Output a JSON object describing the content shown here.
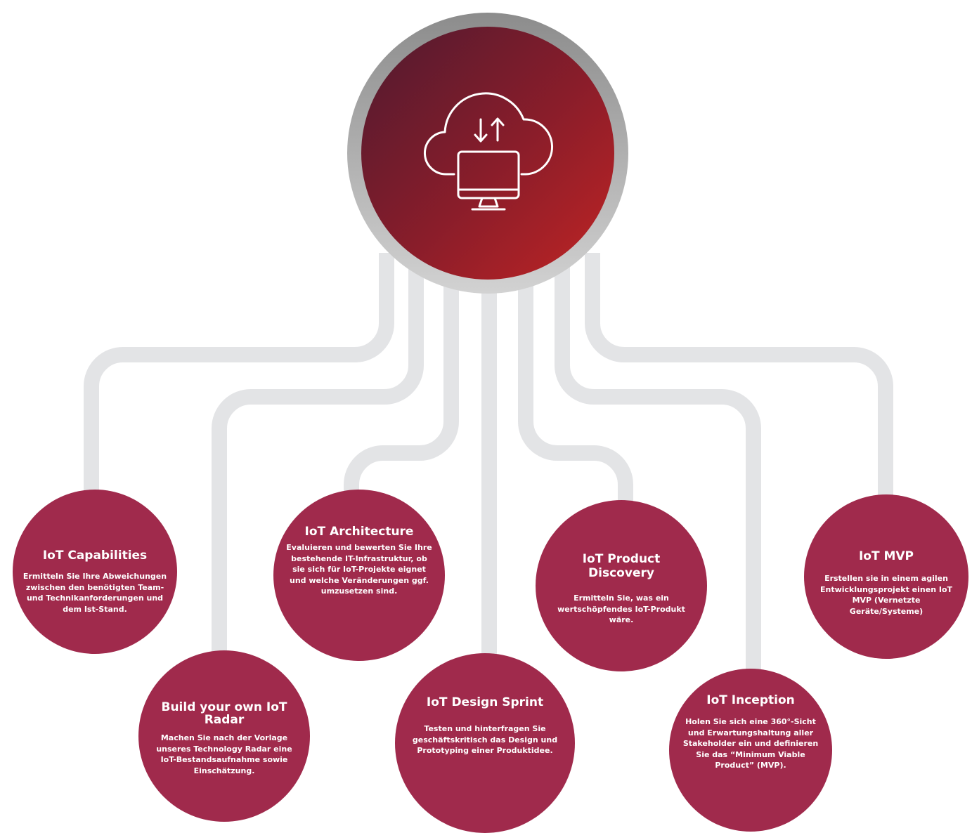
{
  "hub": {
    "icon": "cloud-sync-monitor-icon",
    "gradient_start": "#5a1a2e",
    "gradient_end": "#b52225",
    "ring_color": "#a8a8a8"
  },
  "connector_color": "#e3e4e6",
  "node_color": "#a02a4c",
  "nodes": [
    {
      "title": "IoT Capabilities",
      "text": "Ermitteln Sie Ihre Abweichungen zwischen den benötigten Team- und Technikanforderungen und dem Ist-Stand."
    },
    {
      "title": "Build your own IoT Radar",
      "text": "Machen Sie nach der Vorlage unseres Technology Radar eine IoT-Bestandsaufnahme sowie Einschätzung."
    },
    {
      "title": "IoT Architecture",
      "text": "Evaluieren und bewerten Sie Ihre bestehende IT-Infrastruktur, ob sie sich für IoT-Projekte eignet und welche Veränderungen ggf. umzusetzen sind."
    },
    {
      "title": "IoT Design Sprint",
      "text": "Testen und hinterfragen Sie geschäftskritisch das Design und Prototyping einer Produktidee."
    },
    {
      "title": "IoT Product Discovery",
      "text": "Ermitteln Sie, was ein wertschöpfendes IoT-Produkt wäre."
    },
    {
      "title": "IoT Inception",
      "text": "Holen Sie sich eine 360°-Sicht und Erwartungshaltung aller Stakeholder ein und definieren Sie das “Minimum Viable Product” (MVP)."
    },
    {
      "title": "IoT MVP",
      "text": "Erstellen sie in einem agilen Entwicklungsprojekt einen IoT MVP (Vernetzte Geräte/Systeme)"
    }
  ]
}
